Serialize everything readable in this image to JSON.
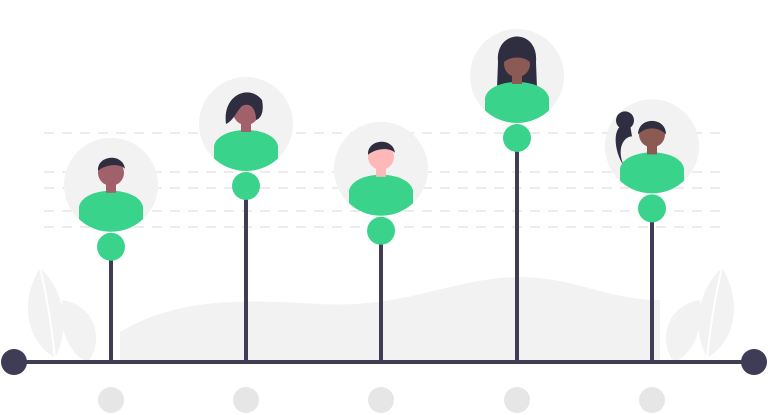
{
  "colors": {
    "accent": "#3ad38b",
    "dark": "#3f3d56",
    "circle_bg": "#f2f2f2",
    "dash": "#e6e6e6",
    "hair": "#2f2e41",
    "skin_dark": "#a0616a",
    "skin_light": "#ffb8b8",
    "skin_brown": "#8b5a52",
    "ghost": "#e6e6e6"
  },
  "people": [
    {
      "name": "person-1",
      "level": 0.36,
      "hair": "short"
    },
    {
      "name": "person-2",
      "level": 0.55,
      "hair": "bob"
    },
    {
      "name": "person-3",
      "level": 0.41,
      "hair": "short"
    },
    {
      "name": "person-4",
      "level": 0.7,
      "hair": "long"
    },
    {
      "name": "person-5",
      "level": 0.48,
      "hair": "ponytail"
    }
  ]
}
